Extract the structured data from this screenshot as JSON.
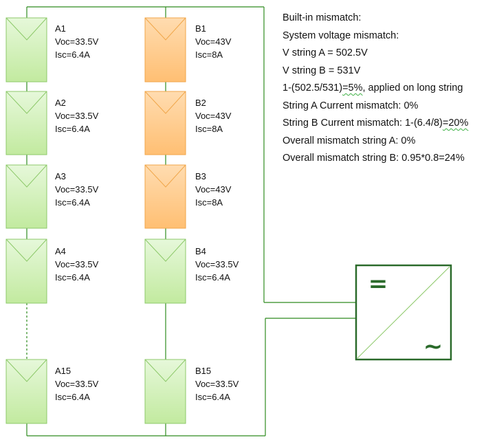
{
  "panels": {
    "a1": {
      "name": "A1",
      "voc": "Voc=33.5V",
      "isc": "Isc=6.4A"
    },
    "a2": {
      "name": "A2",
      "voc": "Voc=33.5V",
      "isc": "Isc=6.4A"
    },
    "a3": {
      "name": "A3",
      "voc": "Voc=33.5V",
      "isc": "Isc=6.4A"
    },
    "a4": {
      "name": "A4",
      "voc": "Voc=33.5V",
      "isc": "Isc=6.4A"
    },
    "a15": {
      "name": "A15",
      "voc": "Voc=33.5V",
      "isc": "Isc=6.4A"
    },
    "b1": {
      "name": "B1",
      "voc": "Voc=43V",
      "isc": "Isc=8A"
    },
    "b2": {
      "name": "B2",
      "voc": "Voc=43V",
      "isc": "Isc=8A"
    },
    "b3": {
      "name": "B3",
      "voc": "Voc=43V",
      "isc": "Isc=8A"
    },
    "b4": {
      "name": "B4",
      "voc": "Voc=33.5V",
      "isc": "Isc=6.4A"
    },
    "b15": {
      "name": "B15",
      "voc": "Voc=33.5V",
      "isc": "Isc=6.4A"
    }
  },
  "notes": {
    "builtin": "Built-in mismatch:",
    "system_voltage": "System voltage mismatch:",
    "v_string_a": "V string A = 502.5V",
    "v_string_b": "V string B = 531V",
    "voltage_calc_prefix": "1-(502.5/531)",
    "voltage_calc_eq": "=5%",
    "voltage_calc_suffix": ", applied on long string",
    "current_a": "String A Current mismatch: 0%",
    "current_b_prefix": "String B Current mismatch: 1-(6.4/8)",
    "current_b_eq": "=20%",
    "overall_a": "Overall mismatch string A: 0%",
    "overall_b": "Overall mismatch string B: 0.95*0.8=24%"
  },
  "inverter": {
    "dc_symbol": "=",
    "ac_symbol": "~"
  },
  "colors": {
    "wire": "#2e8b1f",
    "green_panel_fill": "#d5f2c4",
    "green_panel_border": "#8dc96a",
    "orange_panel_fill": "#ffd39e",
    "orange_panel_border": "#f0a64a",
    "inverter_border": "#2a6a2a"
  }
}
